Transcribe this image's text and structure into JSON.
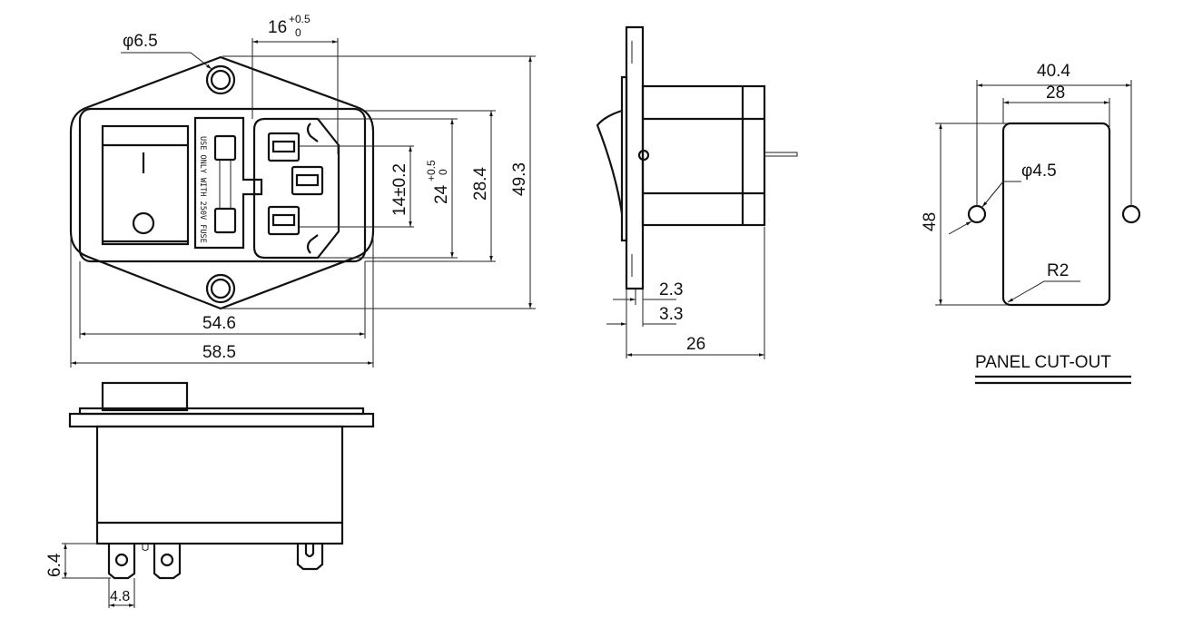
{
  "front_view": {
    "hole_diameter": "φ6.5",
    "socket_width": "16",
    "socket_width_tol_upper": "+0.5",
    "socket_width_tol_lower": "0",
    "pin_spacing": "14±0.2",
    "socket_height": "24",
    "socket_height_tol_upper": "+0.5",
    "socket_height_tol_lower": "0",
    "inner_height": "28.4",
    "overall_height": "49.3",
    "inner_width": "54.6",
    "overall_width": "58.5",
    "fuse_label": "USE ONLY WITH 250V FUSE",
    "switch_on_mark": "I"
  },
  "side_view": {
    "flange_thickness": "2.3",
    "bezel_thickness": "3.3",
    "depth": "26"
  },
  "panel_cutout": {
    "hole_spacing": "40.4",
    "cutout_width": "28",
    "cutout_height": "48",
    "hole_diameter": "φ4.5",
    "corner_radius": "R2",
    "title": "PANEL CUT-OUT"
  },
  "bottom_view": {
    "terminal_length": "6.4",
    "terminal_width": "4.8"
  }
}
